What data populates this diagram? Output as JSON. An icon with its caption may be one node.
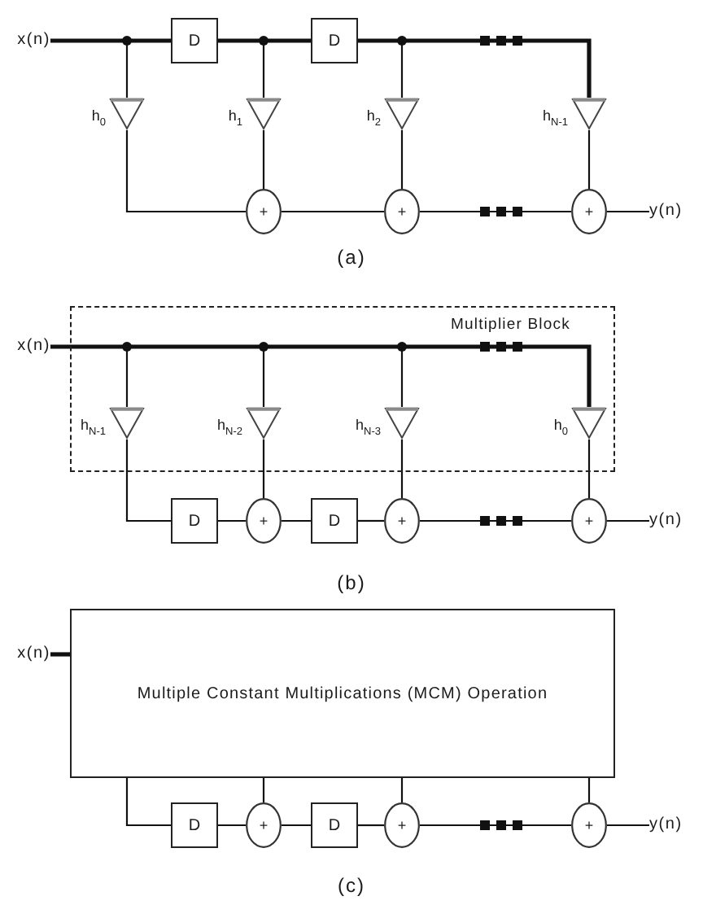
{
  "diagram": {
    "nodes": [
      {
        "text": [
          "x(n)"
        ]
      },
      {
        "text": [
          "D"
        ]
      },
      {
        "text": [
          "D"
        ]
      },
      {
        "text": [],
        "shape": "triangle",
        "beside": [
          "h$_{0}$"
        ]
      },
      {
        "text": [],
        "shape": "triangle",
        "beside": [
          "h$_{1}$"
        ]
      },
      {
        "text": [],
        "shape": "triangle",
        "beside": [
          "h$_{2}$"
        ]
      },
      {
        "text": [],
        "shape": "triangle",
        "beside": [
          "h$_{N-1}$"
        ]
      },
      {
        "text": [
          "+"
        ]
      },
      {
        "text": [
          "+"
        ]
      },
      {
        "text": [
          "+"
        ]
      },
      {
        "text": [
          "y(n)"
        ]
      },
      {
        "text": [
          "Multiplier Block"
        ]
      },
      {
        "text": [
          "x(n)"
        ]
      },
      {
        "text": [],
        "shape": "triangle",
        "in": 11,
        "beside": [
          "h$_{N-1}$"
        ]
      },
      {
        "text": [],
        "shape": "triangle",
        "in": 11,
        "beside": [
          "h$_{N-2}$"
        ]
      },
      {
        "text": [],
        "shape": "triangle",
        "in": 11,
        "beside": [
          "h$_{N-3}$"
        ]
      },
      {
        "text": [],
        "shape": "triangle",
        "in": 11,
        "beside": [
          "h$_{0}$"
        ]
      },
      {
        "text": [
          "D"
        ]
      },
      {
        "text": [
          "+"
        ]
      },
      {
        "text": [
          "D"
        ]
      },
      {
        "text": [
          "+"
        ]
      },
      {
        "text": [
          "+"
        ]
      },
      {
        "text": [
          "y(n)"
        ]
      },
      {
        "text": [
          "Multiple Constant Multiplications (MCM) Operation"
        ]
      },
      {
        "text": [
          "x(n)"
        ]
      },
      {
        "text": [
          "D"
        ]
      },
      {
        "text": [
          "+"
        ]
      },
      {
        "text": [
          "D"
        ]
      },
      {
        "text": [
          "+"
        ]
      },
      {
        "text": [
          "+"
        ]
      },
      {
        "text": [
          "y(n)"
        ]
      }
    ],
    "edges": [
      {
        "from": 0,
        "to": 1,
        "arrow": "none",
        "style": "thick"
      },
      {
        "from": 0,
        "to": 3,
        "arrow": "none"
      },
      {
        "from": 1,
        "to": 2,
        "arrow": "none",
        "style": "thick"
      },
      {
        "from": 1,
        "to": 4,
        "arrow": "none"
      },
      {
        "from": 2,
        "to": 5,
        "arrow": "none"
      },
      {
        "from": 2,
        "to": 6,
        "arrow": "none",
        "style": "thick"
      },
      {
        "from": 3,
        "to": 7,
        "arrow": "none"
      },
      {
        "from": 4,
        "to": 7,
        "arrow": "none"
      },
      {
        "from": 7,
        "to": 8,
        "arrow": "none"
      },
      {
        "from": 5,
        "to": 8,
        "arrow": "none"
      },
      {
        "from": 8,
        "to": 9,
        "arrow": "none"
      },
      {
        "from": 6,
        "to": 9,
        "arrow": "none"
      },
      {
        "from": 9,
        "to": 10,
        "arrow": "none"
      },
      {
        "from": 12,
        "to": 13,
        "arrow": "none"
      },
      {
        "from": 12,
        "to": 14,
        "arrow": "none"
      },
      {
        "from": 12,
        "to": 15,
        "arrow": "none"
      },
      {
        "from": 12,
        "to": 16,
        "arrow": "none",
        "style": "thick"
      },
      {
        "from": 13,
        "to": 17,
        "arrow": "none"
      },
      {
        "from": 17,
        "to": 18,
        "arrow": "none"
      },
      {
        "from": 14,
        "to": 18,
        "arrow": "none"
      },
      {
        "from": 18,
        "to": 19,
        "arrow": "none"
      },
      {
        "from": 19,
        "to": 20,
        "arrow": "none"
      },
      {
        "from": 15,
        "to": 20,
        "arrow": "none"
      },
      {
        "from": 20,
        "to": 21,
        "arrow": "none"
      },
      {
        "from": 16,
        "to": 21,
        "arrow": "none"
      },
      {
        "from": 21,
        "to": 22,
        "arrow": "none"
      },
      {
        "from": 24,
        "to": 23,
        "arrow": "none",
        "style": "thick"
      },
      {
        "from": 23,
        "to": 25,
        "arrow": "none"
      },
      {
        "from": 25,
        "to": 26,
        "arrow": "none"
      },
      {
        "from": 23,
        "to": 26,
        "arrow": "none"
      },
      {
        "from": 26,
        "to": 27,
        "arrow": "none"
      },
      {
        "from": 27,
        "to": 28,
        "arrow": "none"
      },
      {
        "from": 23,
        "to": 28,
        "arrow": "none"
      },
      {
        "from": 28,
        "to": 29,
        "arrow": "none"
      },
      {
        "from": 23,
        "to": 29,
        "arrow": "none"
      },
      {
        "from": 29,
        "to": 30,
        "arrow": "none"
      }
    ],
    "labels": [
      "(a)",
      "(b)",
      "(c)"
    ]
  }
}
